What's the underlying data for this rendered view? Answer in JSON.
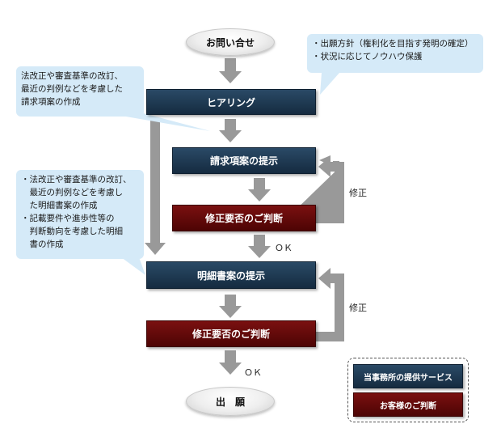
{
  "flow": {
    "start": "お問い合せ",
    "hearing": "ヒアリング",
    "claim_presentation": "請求項案の提示",
    "claim_judgment": "修正要否のご判断",
    "spec_presentation": "明細書案の提示",
    "spec_judgment": "修正要否のご判断",
    "end": "出　願",
    "ok_label_1": "ＯＫ",
    "ok_label_2": "ＯＫ",
    "fix_label_1": "修正",
    "fix_label_2": "修正"
  },
  "callouts": {
    "top_right": [
      "・出願方針（権利化を目指す発明の確定）",
      "・状況に応じてノウハウ保護"
    ],
    "top_left": [
      "法改正や審査基準の改訂、",
      "最近の判例などを考慮した",
      "請求項案の作成"
    ],
    "middle_left": [
      "・法改正や審査基準の改訂、",
      "　最近の判例などを考慮し",
      "　た明細書案の作成",
      "・記載要件や進歩性等の",
      "　判断動向を考慮した明細",
      "　書の作成"
    ]
  },
  "legend": {
    "service": "当事務所の提供サービス",
    "judgment": "お客様のご判断"
  },
  "colors": {
    "navy": "#1c344b",
    "maroon": "#5e0808",
    "callout": "#d5eaf8",
    "arrow": "#999999"
  }
}
